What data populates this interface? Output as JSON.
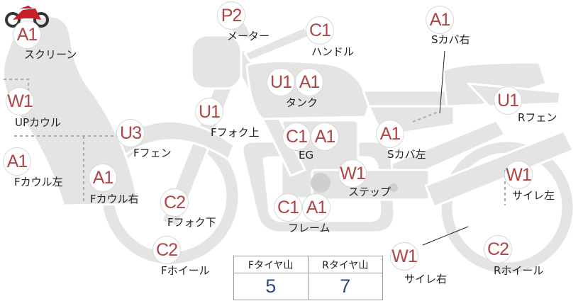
{
  "colors": {
    "silhouette_fill": "#e4e4e2",
    "silhouette_stroke": "#ffffff",
    "badge_text": "#b04545",
    "label_text": "#222222",
    "tread_value": "#2c4a86",
    "logo_body": "#c8202a"
  },
  "logo_icon": "motorcycle-icon",
  "parts": [
    {
      "id": "screen",
      "badge": "A1",
      "label": "スクリーン"
    },
    {
      "id": "up-cowl",
      "badge": "W1",
      "label": "UPカウル"
    },
    {
      "id": "f-cowl-left",
      "badge": "A1",
      "label": "Fカウル左"
    },
    {
      "id": "f-cowl-right",
      "badge": "A1",
      "label": "Fカウル右"
    },
    {
      "id": "f-fender",
      "badge": "U3",
      "label": "Fフェン"
    },
    {
      "id": "meter",
      "badge": "P2",
      "label": "メーター"
    },
    {
      "id": "handle",
      "badge": "C1",
      "label": "ハンドル"
    },
    {
      "id": "tank",
      "badge_left": "U1",
      "badge_right": "A1",
      "label": "タンク"
    },
    {
      "id": "f-fork-upper",
      "badge": "U1",
      "label": "Fフォク上"
    },
    {
      "id": "engine",
      "badge_left": "C1",
      "badge_right": "A1",
      "label": "EG"
    },
    {
      "id": "f-fork-lower",
      "badge": "C2",
      "label": "Fフォク下"
    },
    {
      "id": "f-wheel",
      "badge": "C2",
      "label": "Fホイール"
    },
    {
      "id": "frame",
      "badge_left": "C1",
      "badge_right": "A1",
      "label": "フレーム"
    },
    {
      "id": "step",
      "badge": "W1",
      "label": "ステップ"
    },
    {
      "id": "s-cover-right",
      "badge": "A1",
      "label": "Sカバ右"
    },
    {
      "id": "s-cover-left",
      "badge": "A1",
      "label": "Sカバ左"
    },
    {
      "id": "r-fender",
      "badge": "U1",
      "label": "Rフェン"
    },
    {
      "id": "muffler-left",
      "badge": "W1",
      "label": "サイレ左"
    },
    {
      "id": "muffler-right",
      "badge": "W1",
      "label": "サイレ右"
    },
    {
      "id": "r-wheel",
      "badge": "C2",
      "label": "Rホイール"
    }
  ],
  "tread": {
    "front_label": "Fタイヤ山",
    "rear_label": "Rタイヤ山",
    "front_value": "5",
    "rear_value": "7"
  }
}
